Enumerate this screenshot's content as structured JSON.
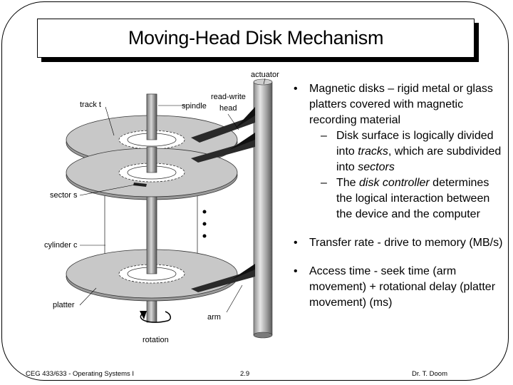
{
  "slide": {
    "title": "Moving-Head Disk Mechanism"
  },
  "diagram": {
    "labels": {
      "actuator": "actuator",
      "track": "track t",
      "spindle": "spindle",
      "read_write_head": "read-write",
      "read_write_head_2": "head",
      "sector": "sector s",
      "cylinder": "cylinder c",
      "platter": "platter",
      "arm": "arm",
      "rotation": "rotation"
    }
  },
  "content": {
    "bullet1": "Magnetic disks – rigid metal or glass platters covered with magnetic recording material",
    "sub1_pre": "Disk surface is logically divided into ",
    "sub1_em1": "tracks",
    "sub1_mid": ", which are subdivided into ",
    "sub1_em2": "sectors",
    "sub2_pre": "The ",
    "sub2_em": "disk controller",
    "sub2_post": " determines the logical interaction between the device and the computer",
    "bullet2": "Transfer rate - drive to memory (MB/s)",
    "bullet3": "Access time - seek time (arm movement) + rotational delay (platter movement) (ms)",
    "bullet_symbol": "•",
    "dash_symbol": "–"
  },
  "footer": {
    "left": "CEG 433/633 - Operating Systems I",
    "center": "2.9",
    "right": "Dr. T. Doom"
  }
}
